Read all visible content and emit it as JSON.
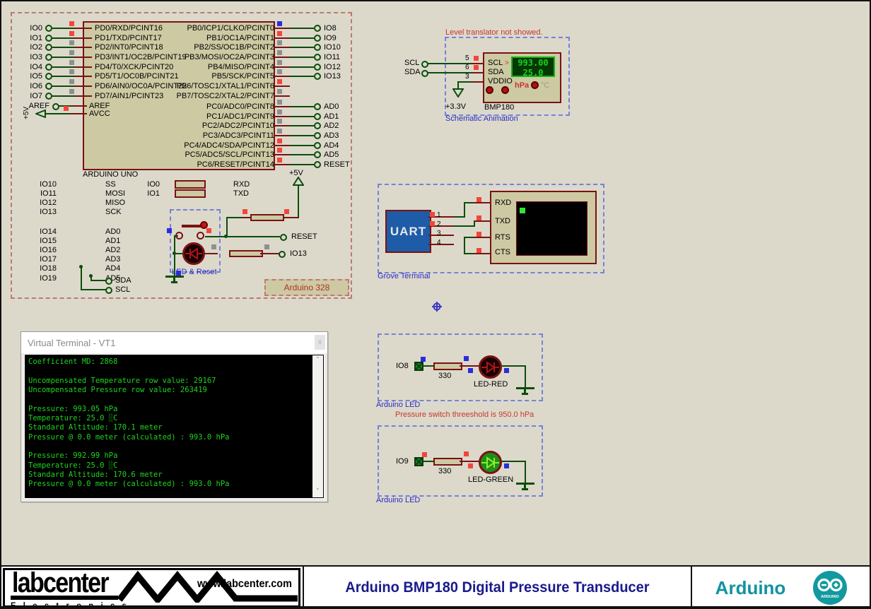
{
  "arduino_module": {
    "chip_name": "ARDUINO UNO",
    "box_label": "Arduino 328",
    "left_pins": [
      {
        "ext": "IO0",
        "marker": "red",
        "label": "PD0/RXD/PCINT16"
      },
      {
        "ext": "IO1",
        "marker": "red",
        "label": "PD1/TXD/PCINT17"
      },
      {
        "ext": "IO2",
        "marker": "gray",
        "label": "PD2/INT0/PCINT18"
      },
      {
        "ext": "IO3",
        "marker": "gray",
        "label": "PD3/INT1/OC2B/PCINT19"
      },
      {
        "ext": "IO4",
        "marker": "gray",
        "label": "PD4/T0/XCK/PCINT20"
      },
      {
        "ext": "IO5",
        "marker": "gray",
        "label": "PD5/T1/OC0B/PCINT21"
      },
      {
        "ext": "IO6",
        "marker": "gray",
        "label": "PD6/AIN0/OC0A/PCINT22"
      },
      {
        "ext": "IO7",
        "marker": "gray",
        "label": "PD7/AIN1/PCINT23"
      }
    ],
    "aref_ext": "AREF",
    "aref_label": "AREF",
    "avcc_power": "+5V",
    "avcc_label": "AVCC",
    "right_pins_pb": [
      {
        "label": "PB0/ICP1/CLKO/PCINT0",
        "marker": "blue",
        "ext": "IO8",
        "cls": "has-ext"
      },
      {
        "label": "PB1/OC1A/PCINT1",
        "marker": "red",
        "ext": "IO9",
        "cls": "has-ext"
      },
      {
        "label": "PB2/SS/OC1B/PCINT2",
        "marker": "gray",
        "ext": "IO10",
        "cls": "has-ext"
      },
      {
        "label": "PB3/MOSI/OC2A/PCINT3",
        "marker": "gray",
        "ext": "IO11",
        "cls": "has-ext"
      },
      {
        "label": "PB4/MISO/PCINT4",
        "marker": "gray",
        "ext": "IO12",
        "cls": "has-ext"
      },
      {
        "label": "PB5/SCK/PCINT5",
        "marker": "gray",
        "ext": "IO13",
        "cls": "has-ext"
      },
      {
        "label": "PB6/TOSC1/XTAL1/PCINT6",
        "marker": "red",
        "ext": "",
        "cls": "no-ext"
      },
      {
        "label": "PB7/TOSC2/XTAL2/PCINT7",
        "marker": "gray",
        "ext": "",
        "cls": "no-ext"
      }
    ],
    "right_pins_pc": [
      {
        "label": "PC0/ADC0/PCINT8",
        "marker": "gray",
        "ext": "AD0",
        "cls": "has-ext"
      },
      {
        "label": "PC1/ADC1/PCINT9",
        "marker": "gray",
        "ext": "AD1",
        "cls": "has-ext"
      },
      {
        "label": "PC2/ADC2/PCINT10",
        "marker": "gray",
        "ext": "AD2",
        "cls": "has-ext"
      },
      {
        "label": "PC3/ADC3/PCINT11",
        "marker": "gray",
        "ext": "AD3",
        "cls": "has-ext"
      },
      {
        "label": "PC4/ADC4/SDA/PCINT12",
        "marker": "red",
        "ext": "AD4",
        "cls": "has-ext"
      },
      {
        "label": "PC5/ADC5/SCL/PCINT13",
        "marker": "red",
        "ext": "AD5",
        "cls": "has-ext"
      },
      {
        "label": "PC6/RESET/PCINT14",
        "marker": "red",
        "ext": "RESET",
        "cls": "has-ext"
      }
    ],
    "spi_rows": [
      {
        "l": "IO10",
        "r": "SS"
      },
      {
        "l": "IO11",
        "r": "MOSI"
      },
      {
        "l": "IO12",
        "r": "MISO"
      },
      {
        "l": "IO13",
        "r": "SCK"
      }
    ],
    "serial_rows": [
      {
        "l": "IO0",
        "r": "RXD"
      },
      {
        "l": "IO1",
        "r": "TXD"
      }
    ],
    "analog_rows": [
      {
        "l": "IO14",
        "r": "AD0"
      },
      {
        "l": "IO15",
        "r": "AD1"
      },
      {
        "l": "IO16",
        "r": "AD2"
      },
      {
        "l": "IO17",
        "r": "AD3"
      },
      {
        "l": "IO18",
        "r": "AD4"
      },
      {
        "l": "IO19",
        "r": "AD5"
      }
    ],
    "sda_label": "SDA",
    "scl_label": "SCL",
    "led_reset_caption": "LED & Reset",
    "plus5v": "+5V",
    "reset_label": "RESET",
    "io13_label": "IO13"
  },
  "bmp180": {
    "note": "Level translator not showed.",
    "caption": "Schematic Animation",
    "name": "BMP180",
    "scl_ext": "SCL",
    "sda_ext": "SDA",
    "pin5": "5",
    "pin6": "6",
    "pin3": "3",
    "pin_scl": "SCL",
    "pin_sda": "SDA",
    "pin_vddio": "VDDIO",
    "pressure_value": "993.00",
    "temp_value": "25.0",
    "cursor": ">",
    "hpa": "hPa",
    "degc": "°C",
    "v33": "+3.3V"
  },
  "grove": {
    "caption": "Grove Terminal",
    "uart_label": "UART",
    "uart_pins": [
      "1",
      "2",
      "3",
      "4"
    ],
    "term_pins": [
      "RXD",
      "TXD",
      "RTS",
      "CTS"
    ]
  },
  "vterm": {
    "title": "Virtual Terminal - VT1",
    "close": "x",
    "up_arrow": "˄",
    "down_arrow": "˅",
    "lines": [
      "Coefficient MD: 2868",
      "",
      "Uncompensated Temperature row value: 29167",
      "Uncompensated Pressure row value: 263419",
      "",
      "Pressure: 993.05 hPa",
      "Temperature: 25.0 ░C",
      "Standard Altitude: 170.1 meter",
      "Pressure @ 0.0 meter (calculated) : 993.0 hPa",
      "",
      "Pressure: 992.99 hPa",
      "Temperature: 25.0 ░C",
      "Standard Altitude: 170.6 meter",
      "Pressure @ 0.0 meter (calculated) : 993.0 hPa"
    ]
  },
  "led_red_section": {
    "io": "IO8",
    "res": "330",
    "led": "LED-RED",
    "caption": "Arduino LED",
    "note": "Pressure switch threeshold is 950.0 hPa"
  },
  "led_green_section": {
    "io": "IO9",
    "res": "330",
    "led": "LED-GREEN",
    "caption": "Arduino LED"
  },
  "footer": {
    "brand": "labcenter",
    "brand_sub": "E l e c t r o n i c s",
    "url": "www.labcenter.com",
    "title": "Arduino BMP180 Digital Pressure Transducer",
    "arduino": "Arduino",
    "arduino_badge": "ARDUINO"
  },
  "colors": {
    "canvas_bg": "#DCD9CB",
    "wire_green": "#0B4D0B",
    "wire_dark_red": "#7A1212",
    "chip_fill": "#CDC9A3",
    "marker_red": "#F4453C",
    "marker_gray": "#8F8F8F",
    "marker_blue": "#2B2BE0",
    "display_green": "#17D317",
    "uart_blue": "#1E5CA8",
    "terminal_text": "#1FD51F",
    "title_navy": "#1A1A8C",
    "arduino_teal": "#1293A0"
  }
}
